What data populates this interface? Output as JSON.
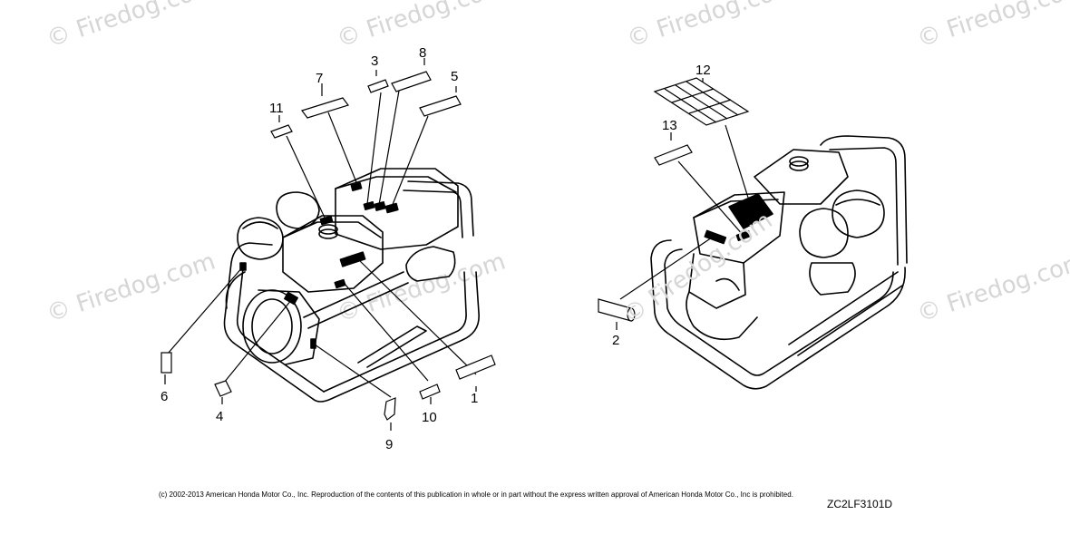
{
  "watermark": "© Firedog.com",
  "callouts": [
    "1",
    "2",
    "3",
    "4",
    "5",
    "6",
    "7",
    "8",
    "9",
    "10",
    "11",
    "12",
    "13"
  ],
  "footer": {
    "copyright": "(c) 2002-2013 American Honda Motor Co., Inc. Reproduction of the contents of this publication in whole or in part without the express written approval of American Honda Motor Co., Inc is prohibited.",
    "code": "ZC2LF3101D"
  },
  "colors": {
    "line": "#000000",
    "watermark": "#d6d6d6",
    "background": "#ffffff"
  }
}
